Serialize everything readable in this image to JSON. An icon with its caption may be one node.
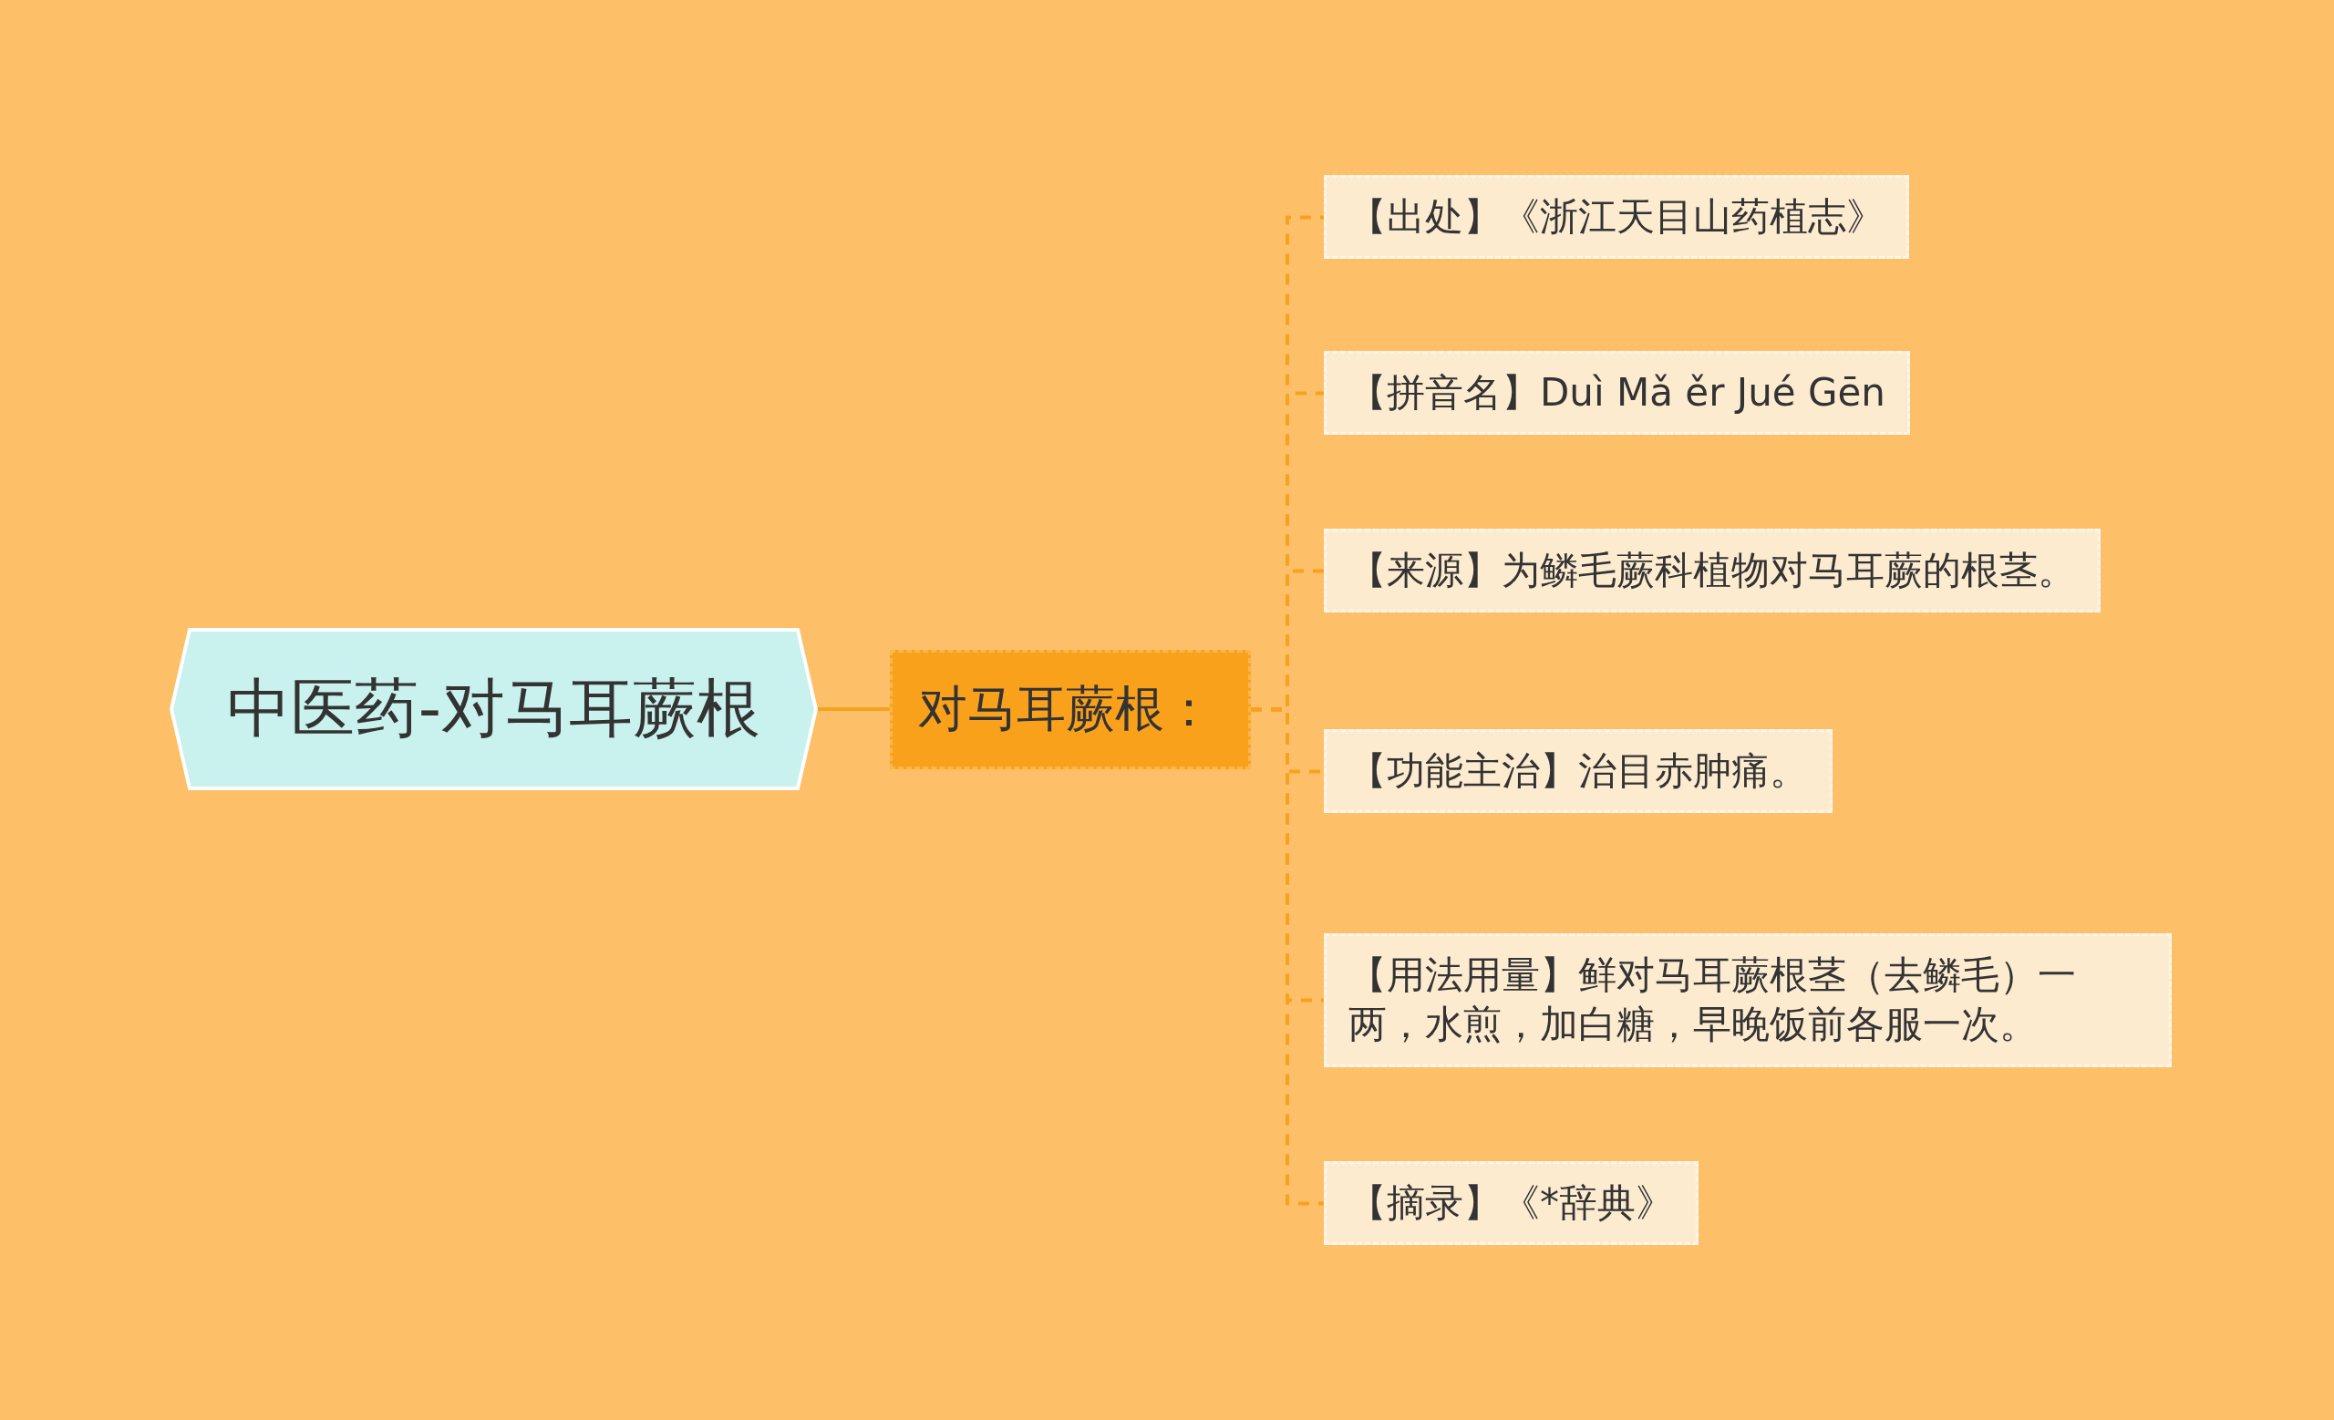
{
  "diagram": {
    "nodes": [
      {
        "text": [
          "中医药-对马耳蕨根"
        ]
      },
      {
        "text": [
          "对马耳蕨根："
        ]
      },
      {
        "text": [
          "【出处】《浙江天目山药植志》"
        ]
      },
      {
        "text": [
          "【拼音名】Duì Mǎ ěr Jué Gēn"
        ]
      },
      {
        "text": [
          "【来源】为鳞毛蕨科植物对马耳蕨的根茎。"
        ]
      },
      {
        "text": [
          "【功能主治】治目赤肿痛。"
        ]
      },
      {
        "text": [
          "【用法用量】鲜对马耳蕨根茎（去鳞毛）一两，水煎，加白糖，早晚饭前各服一次。"
        ]
      },
      {
        "text": [
          "【摘录】《*辞典》"
        ]
      }
    ],
    "edges": [
      {
        "from": 0,
        "to": 1,
        "arrow": "none"
      },
      {
        "from": 1,
        "to": 2,
        "arrow": "none",
        "style": "dashed"
      },
      {
        "from": 1,
        "to": 3,
        "arrow": "none",
        "style": "dashed"
      },
      {
        "from": 1,
        "to": 4,
        "arrow": "none",
        "style": "dashed"
      },
      {
        "from": 1,
        "to": 5,
        "arrow": "none",
        "style": "dashed"
      },
      {
        "from": 1,
        "to": 6,
        "arrow": "none",
        "style": "dashed"
      },
      {
        "from": 1,
        "to": 7,
        "arrow": "none",
        "style": "dashed"
      }
    ]
  }
}
